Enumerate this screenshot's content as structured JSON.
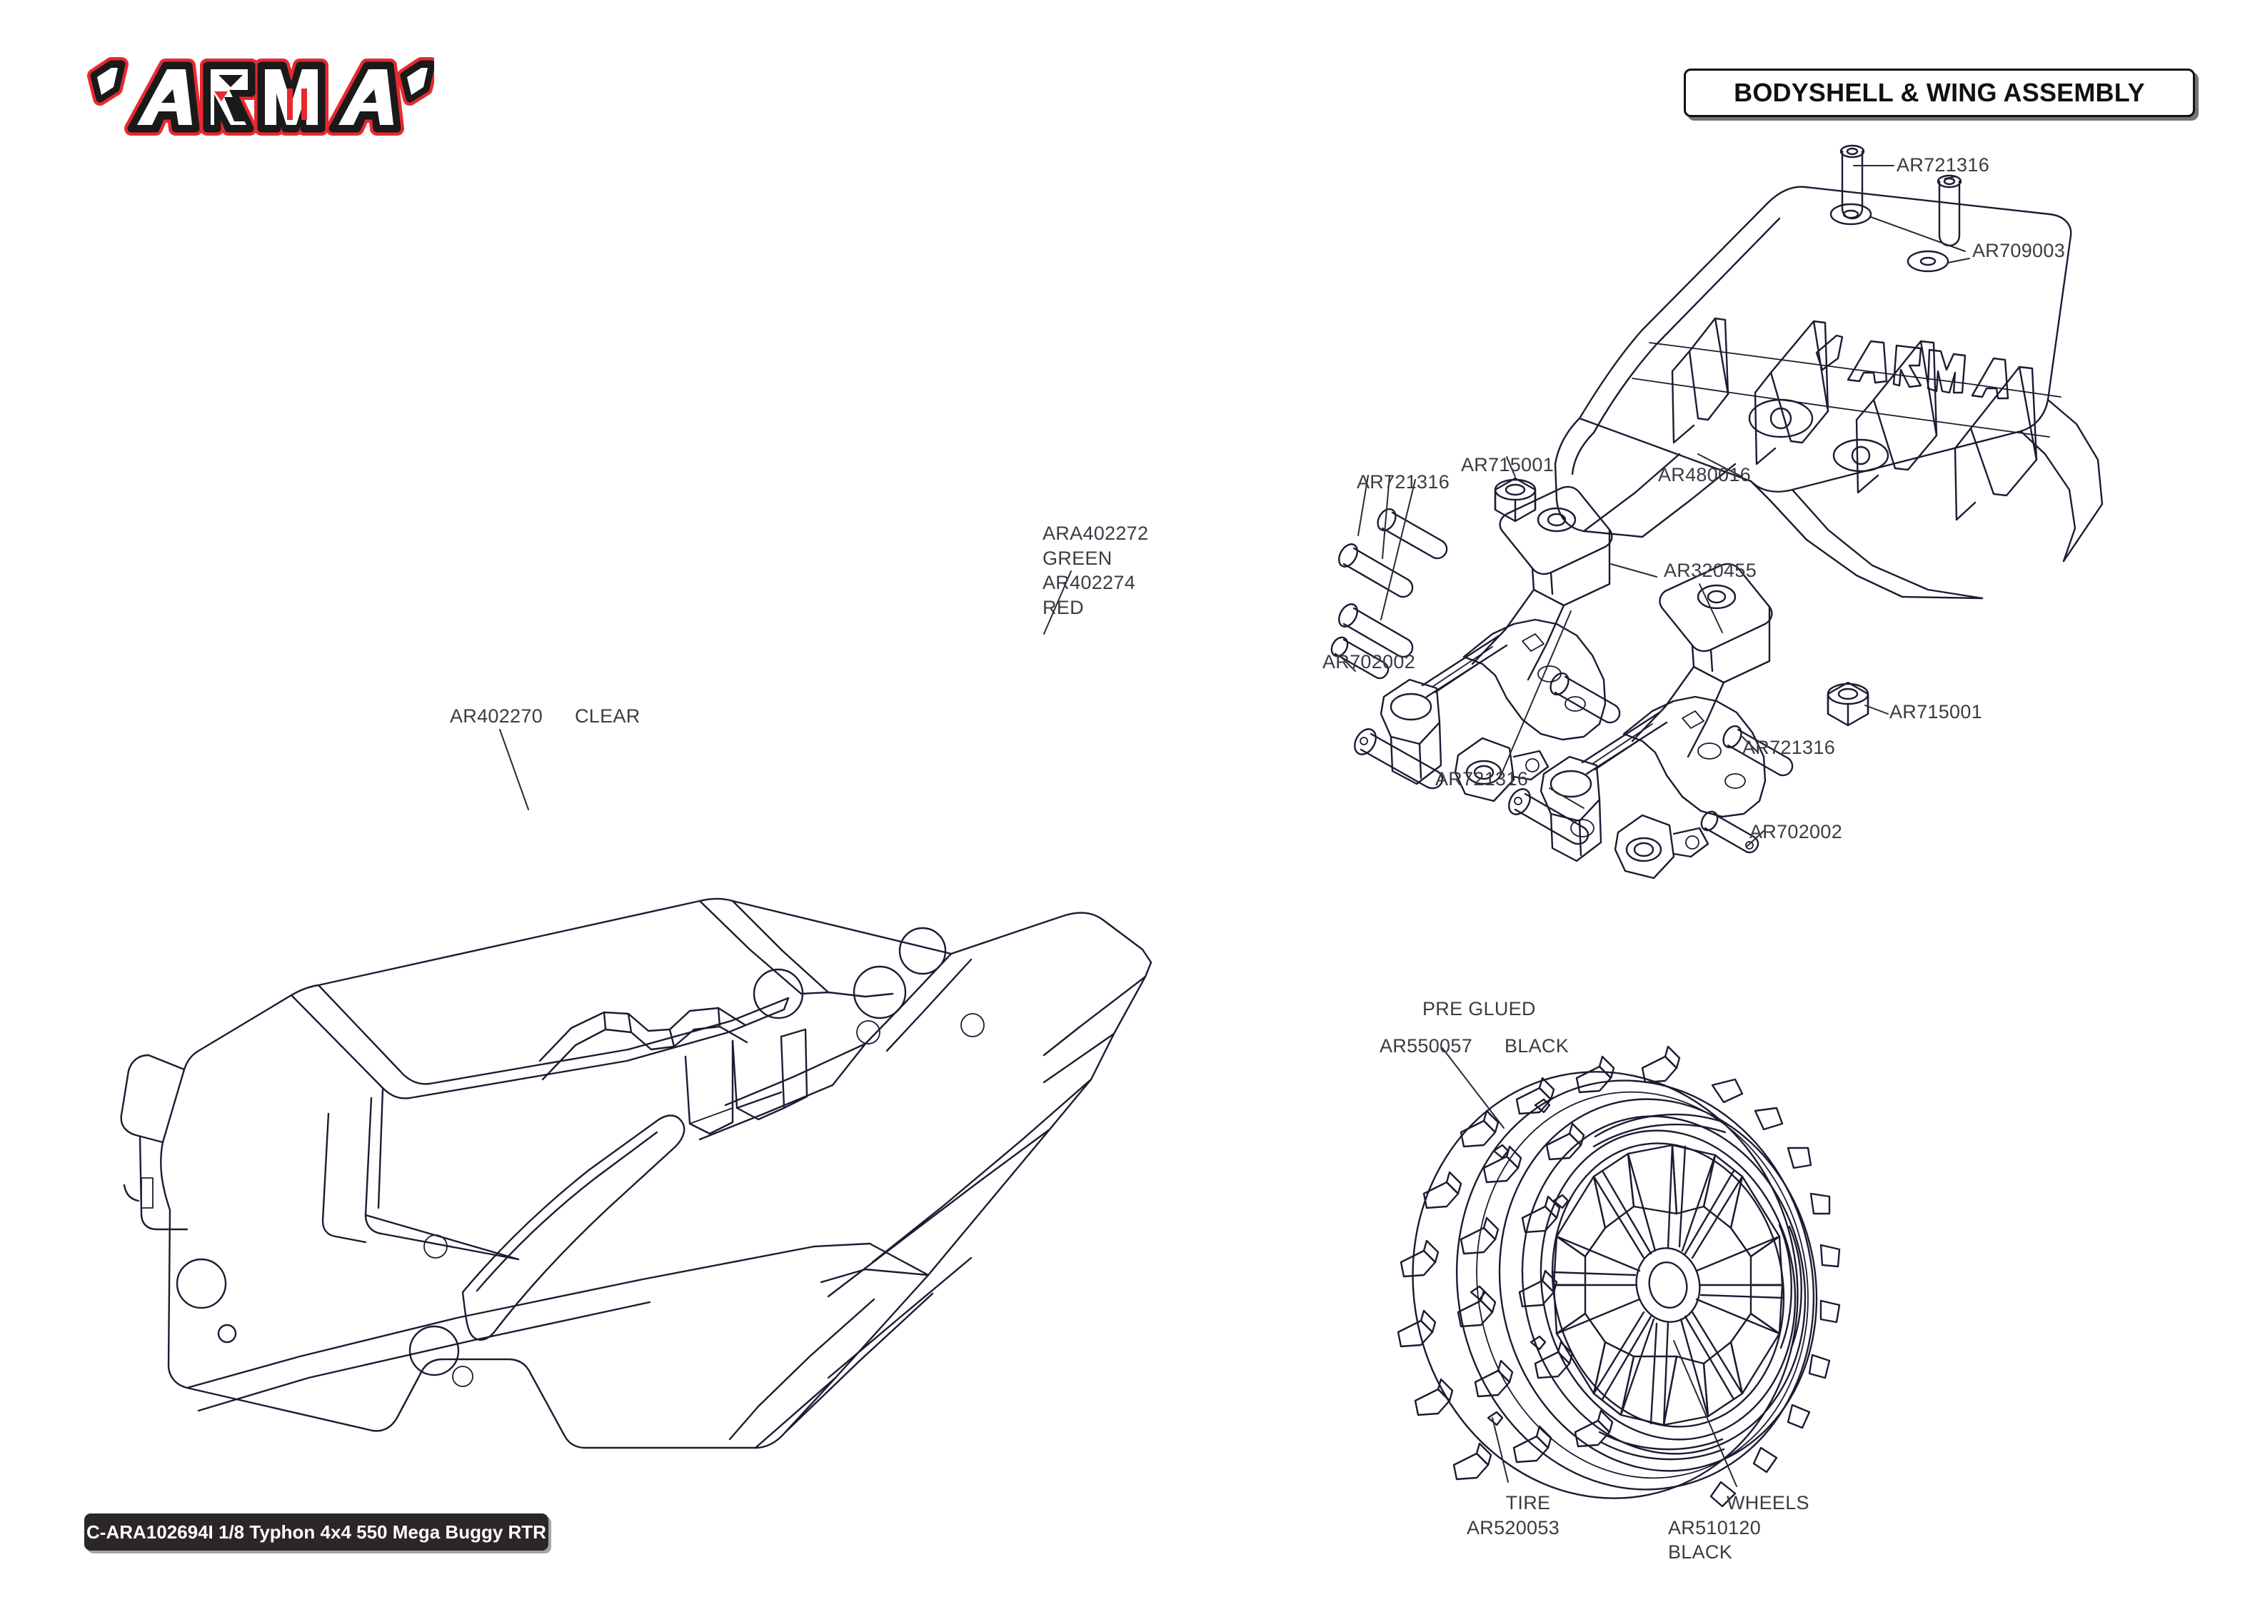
{
  "document": {
    "title": "BODYSHELL & WING ASSEMBLY",
    "kit_label": "C-ARA102694I 1/8 Typhon 4x4 550 Mega Buggy RTR",
    "brand": "ARRMA",
    "brand_colors": {
      "red": "#e8292f",
      "black": "#1a1a1a",
      "ink": "#1b1b33"
    }
  },
  "callouts": {
    "bodyshell": {
      "clear_part": "AR402270",
      "clear_color": "CLEAR",
      "decal_green_part": "ARA402272",
      "decal_green_color": "GREEN",
      "decal_red_part": "AR402274",
      "decal_red_color": "RED"
    },
    "wing": {
      "screw_top": "AR721316",
      "washer": "AR709003",
      "wing_part": "AR480016"
    },
    "wing_mount": {
      "nut_top": "AR715001",
      "screw_left": "AR721316",
      "mount": "AR320455",
      "screw_lower_left": "AR702002",
      "screw_bottom_center": "AR721316",
      "screw_right": "AR721316",
      "nut_right": "AR715001",
      "screw_lower_right": "AR702002"
    },
    "wheel": {
      "pre_glued": "PRE GLUED",
      "assembly_part": "AR550057",
      "assembly_color": "BLACK",
      "tire_label": "TIRE",
      "tire_part": "AR520053",
      "wheels_label": "WHEELS",
      "wheels_part": "AR510120",
      "wheels_color": "BLACK"
    }
  }
}
